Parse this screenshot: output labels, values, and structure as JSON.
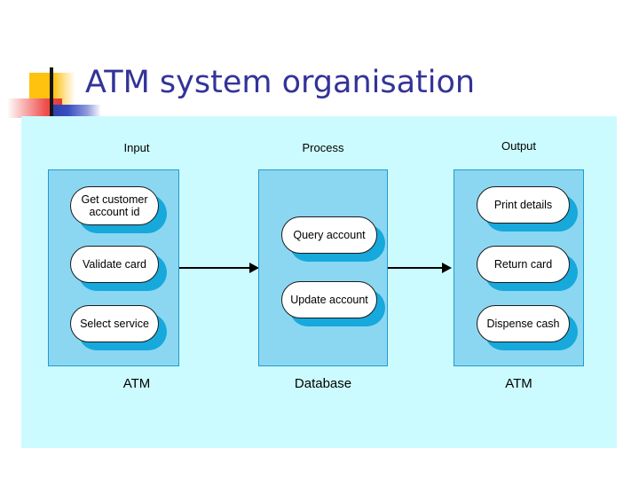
{
  "slide": {
    "title": "ATM system organisation",
    "title_color": "#333399",
    "panel_background": "#CCFBFF",
    "column_box_fill": "#8BD7F2",
    "column_box_border": "#1E9BD1",
    "pill_fill": "#FFFFFF",
    "pill_border": "#1A1A1A",
    "pill_shadow": "#17A8DC"
  },
  "decoration": {
    "yellow": "#FFC20E",
    "red": "#EE4C4C",
    "blue": "#2B3FA8",
    "bar": "#151515"
  },
  "diagram": {
    "type": "block-flow",
    "columns": [
      {
        "header": "Input",
        "footer": "ATM",
        "items": [
          {
            "label": "Get customer account id"
          },
          {
            "label": "Validate card"
          },
          {
            "label": "Select service"
          }
        ]
      },
      {
        "header": "Process",
        "footer": "Database",
        "items": [
          {
            "label": "Query account"
          },
          {
            "label": "Update account"
          }
        ]
      },
      {
        "header": "Output",
        "footer": "ATM",
        "items": [
          {
            "label": "Print details"
          },
          {
            "label": "Return card"
          },
          {
            "label": "Dispense cash"
          }
        ]
      }
    ],
    "connectors": [
      {
        "from": "Input",
        "to": "Process",
        "direction": "right"
      },
      {
        "from": "Process",
        "to": "Output",
        "direction": "right"
      }
    ]
  }
}
